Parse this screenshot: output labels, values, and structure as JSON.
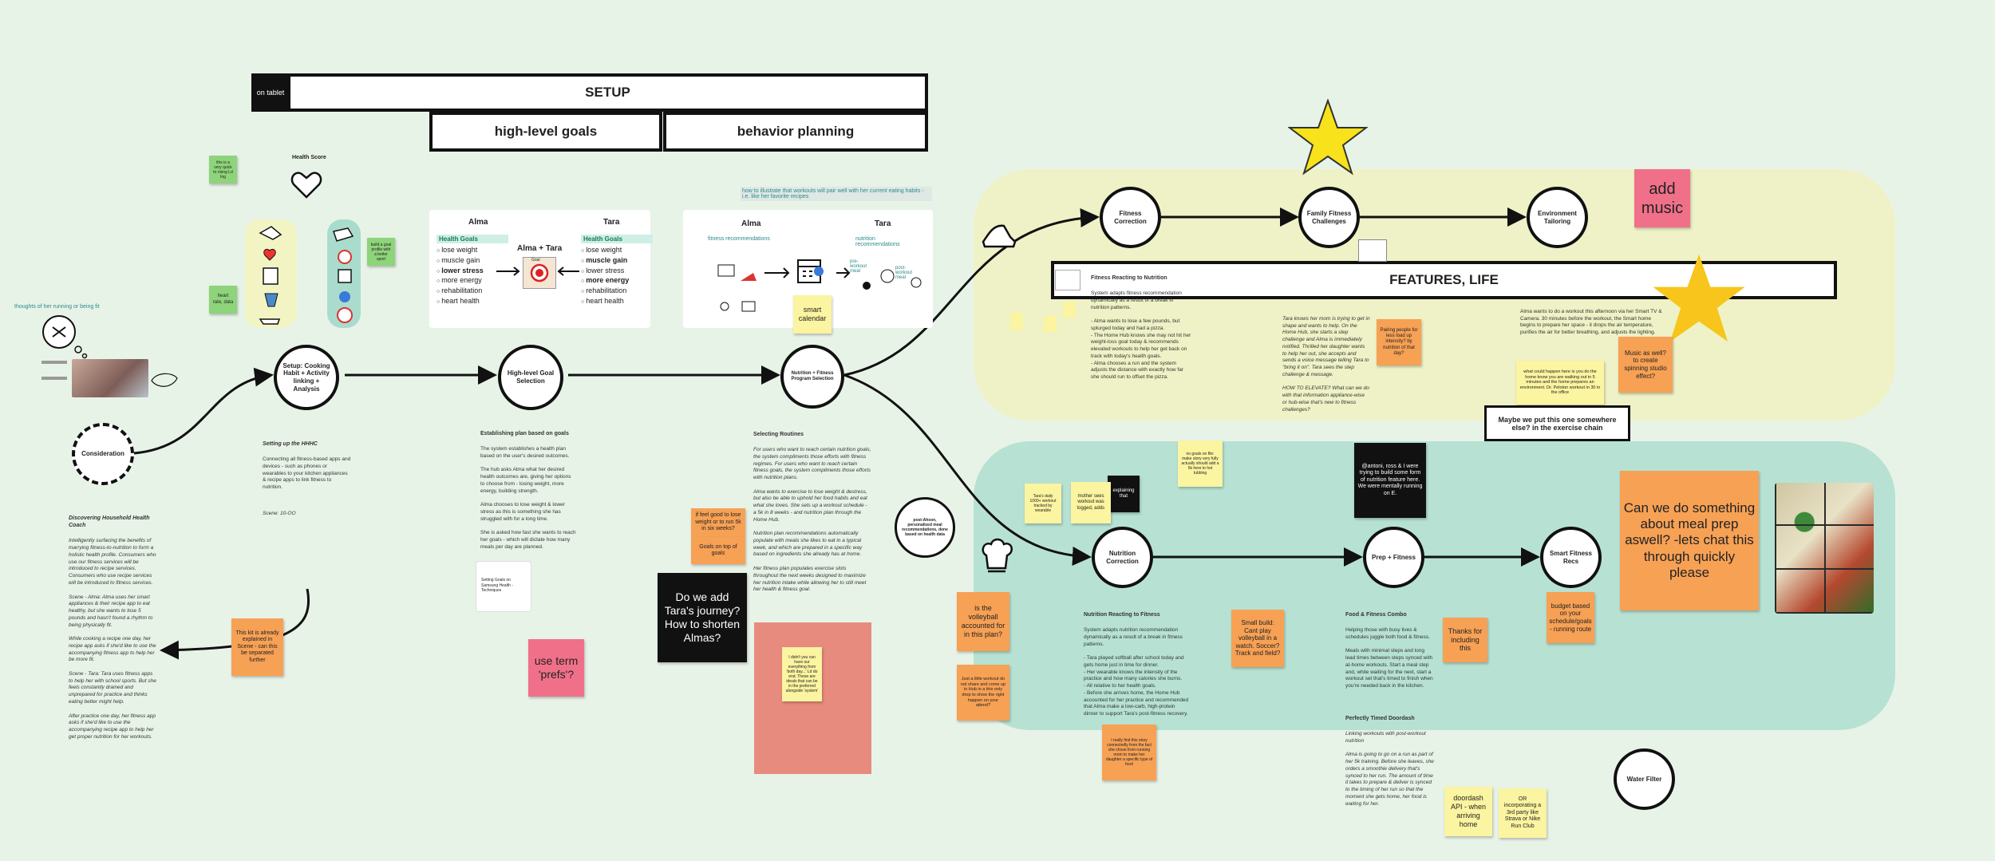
{
  "colors": {
    "background": "#e8f3e8",
    "yellow_zone": "#eef2c6",
    "teal_zone": "#b7e2d3",
    "note_orange": "#f7a155",
    "note_yellow": "#fbf4a0",
    "note_pink": "#f0708a",
    "star": "#f7e21b"
  },
  "headers": {
    "tablet": "on tablet",
    "setup": "SETUP",
    "goals": "high-level goals",
    "behavior": "behavior planning",
    "features": "FEATURES, LIFE"
  },
  "nodes": {
    "consideration": "Consideration",
    "setup": "Setup: Cooking Habit + Activity linking + Analysis",
    "goal_selection": "High-level Goal Selection",
    "program_selection": "Nutrition + Fitness Program Selection",
    "fitness_correction": "Fitness Correction",
    "family_challenges": "Family Fitness Challenges",
    "environment_tailoring": "Environment Tailoring",
    "nutrition_correction": "Nutrition Correction",
    "prep_fitness": "Prep + Fitness",
    "smart_recs": "Smart Fitness Recs",
    "water_filter": "Water Filter",
    "recs_based": "post-Ahson, personalized meal recommendations, done based on health data"
  },
  "captions": {
    "thoughts": "thoughts of her running or being fit",
    "health_score": "Health Score",
    "illustrate": "how to illustrate that workouts will pair well with her current eating habits - i.e. like her favorite recipes",
    "fitness_recs": "fitness recommendations",
    "nutrition_recs": "nutrition recommendations",
    "pre_workout": "pre-workout meal",
    "post_workout": "post-workout meal"
  },
  "personas": {
    "alma": "Alma",
    "tara": "Tara",
    "combined": "Alma + Tara",
    "goals_label": "Health Goals",
    "goal_card": "Goal",
    "alma_goals": [
      "lose weight",
      "muscle gain",
      "lower stress",
      "more energy",
      "rehabilitation",
      "heart health"
    ],
    "tara_goals": [
      "lose weight",
      "muscle gain",
      "lower stress",
      "more energy",
      "rehabilitation",
      "heart health"
    ]
  },
  "text_blocks": {
    "setup_title": "Setting up the HHHC",
    "setup_body": "Connecting all fitness-based apps and devices - such as phones or wearables to your kitchen appliances & recipe apps to link fitness to nutrition.",
    "setup_scene": "Scene: 10-OO",
    "goals_title": "Establishing plan based on goals",
    "goals_body": "The system establishes a health plan based on the user's desired outcomes.\n\nThe hub asks Alma what her desired health outcomes are, giving her options to choose from - losing weight, more energy, building strength.\n\nAlma chooses to lose weight & lower stress as this is something she has struggled with for a long time.\n\nShe is asked how fast she wants to reach her goals - which will dictate how many meals per day are planned.",
    "routines_title": "Selecting Routines",
    "routines_body": "For users who want to reach certain nutrition goals, the system compliments those efforts with fitness regimes. For users who want to reach certain fitness goals, the system compliments those efforts with nutrition plans.\n\nAlma wants to exercise to lose weight & destress, but also be able to uphold her food habits and eat what she loves. She sets up a workout schedule - a 5k in 8 weeks - and nutrition plan through the Home Hub.\n\nNutrition plan recommendations automatically populate with meals she likes to eat in a typical week, and which are prepared in a specific way based on ingredients she already has at home.\n\nHer fitness plan populates exercise slots throughout the next weeks designed to maximize her nutrition intake while allowing her to still meet her health & fitness goal.",
    "household_title": "Discovering Household Health Coach",
    "household_body": "Intelligently surfacing the benefits of marrying fitness-to-nutrition to form a holistic health profile. Consumers who use our fitness services will be introduced to recipe services. Consumers who use recipe services will be introduced to fitness services.\n\nScene - Alma: Alma uses her smart appliances & their recipe app to eat healthy, but she wants to lose 5 pounds and hasn't found a rhythm to being physically fit.\n\nWhile cooking a recipe one day, her recipe app asks if she'd like to use the accompanying fitness app to help her be more fit.\n\nScene - Tara: Tara uses fitness apps to help her with school sports. But she feels constantly drained and unprepared for practice and thinks eating better might help.\n\nAfter practice one day, her fitness app asks if she'd like to use the accompanying recipe app to help her get proper nutrition for her workouts.",
    "fitness_react_title": "Fitness Reacting to Nutrition",
    "fitness_react_body": "System adapts fitness recommendation dynamically as a result of a break in nutrition patterns.\n\n- Alma wants to lose a few pounds, but splurged today and had a pizza.\n- The Home Hub knows she may not hit her weight-loss goal today & recommends elevated workouts to help her get back on track with today's health goals.\n- Alma chooses a run and the system adjusts the distance with exactly how far she should run to offset the pizza.",
    "tara_body": "Tara knows her mom is trying to get in shape and wants to help. On the Home Hub, she starts a step challenge and Alma is immediately notified. Thrilled her daughter wants to help her out, she accepts and sends a voice message telling Tara to \"bring it on\". Tara sees the step challenge & message.\n\nHOW TO ELEVATE? What can we do with that information appliance-wise or hub-wise that's new to fitness challenges?",
    "env_body": "Alma wants to do a workout this afternoon via her Smart TV & Camera. 30 minutes before the workout, the Smart home begins to prepare her space - it drops the air temperature, purifies the air for better breathing, and adjusts the lighting.",
    "nutrition_react_title": "Nutrition Reacting to Fitness",
    "nutrition_react_body": "System adapts nutrition recommendation dynamically as a result of a break in fitness patterns.\n\n- Tara played softball after school today and gets home just in time for dinner.\n- Her wearable knows the intensity of the practice and how many calories she burns.\n- All relative to her health goals.\n- Before she arrives home, the Home Hub accounted for her practice and recommended that Alma make a low-carb, high-protein dinner to support Tara's post-fitness recovery.",
    "combo_title": "Food & Fitness Combo",
    "combo_body": "Helping those with busy lives & schedules juggle both food & fitness.\n\nMeals with minimal steps and long lead times between steps synced with at-home workouts. Start a meal step and, while waiting for the next, start a workout set that's timed to finish when you're needed back in the kitchen.",
    "doordash_title": "Perfectly Timed Doordash",
    "doordash_body": "Linking workouts with post-workout nutrition\n\nAlma is going to go on a run as part of her 5k training. Before she leaves, she orders a smoothie delivery that's synced to her run. The amount of time it takes to prepare & deliver is synced to the timing of her run so that the moment she gets home, her food is waiting for her."
  },
  "notes": {
    "add_music": "add music",
    "maybe_put": "Maybe we put this one somewhere else? in the exercise chain",
    "meal_prep": "Can we do something about meal prep aswell? -lets chat this through quickly please",
    "add_tara": "Do we add Tara's journey? How to shorten Almas?",
    "use_term": "use term 'prefs'?",
    "smart_calendar": "smart calendar",
    "kit_explained": "This kit is already explained in Scene - can this be separated further",
    "feel_good": "if feel good to lose weight or to run 5k in six weeks?",
    "goals_on_top": "Goals on top of goals",
    "didnt_have": "I didn't you can have our everything from 'both day...' Ld do end. These are ideals that can be in the preferred alongside 'system'",
    "volleyball": "is the volleyball accounted for in this plan?",
    "small_build": "Small build: Cant play volleyball in a watch. Soccer? Track and field?",
    "thanks_including": "Thanks for including this",
    "budget_based": "budget based on your schedule/goals - running route",
    "doordash_api": "doordash API - when arriving home",
    "or_incorporating": "OR incorporating a 3rd party like Strava or Nike Run Club",
    "music_as_well": "Music as well? to create spinning studio effect?",
    "pairing_people": "Pairing people for less load up intensity? by nutrition of that day?",
    "what_could_happen": "what could happen here is you do the home know you are walking out in 5 minutes and the home prepares an environment. Dr. Peloton workout in 30 in the office",
    "antoni": "@antoni, ross & I were trying to build some form of nutrition feature here. We were mentally running on E.",
    "no_goals": "no goals on file: make story very fully actually should add a 5k here to hot tubbing",
    "explaining": "explaining that",
    "mother_sees": "mother sees workout was logged, adds",
    "tara_workout": "Tara's daily 1000+ workout tracked by wearable",
    "just_a_little": "Just a little workout do not share and come up in Hub in a this only drop to show the right happen on your attend?",
    "thoughts_sticky": "I really find this story connectedly from the fact she chose from running mom to make her daughter a specific type of food",
    "left_green_top": "this is a very quick to rising Ld Ing",
    "left_green_bottom": "heart rate, data",
    "right_green": "build a goal profile with a better sport"
  },
  "doc_card": {
    "title": "Setting Goals on Samsung Health - Techniques"
  },
  "thought_bubble": "Ahson's thought cloud"
}
